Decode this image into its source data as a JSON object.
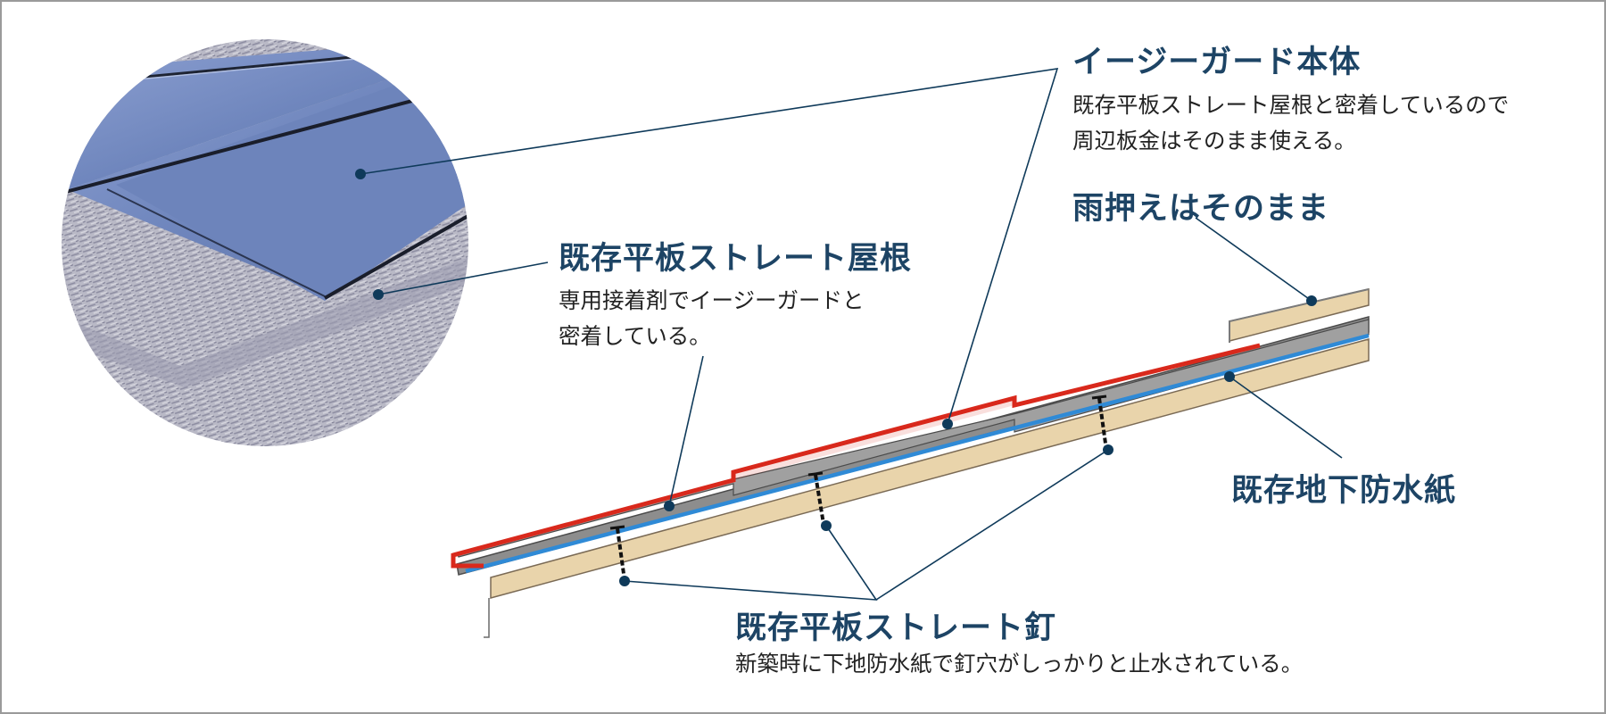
{
  "labels": {
    "main_body": {
      "title": "イージーガード本体",
      "desc": [
        "既存平板ストレート屋根と密着しているので",
        "周辺板金はそのまま使える。"
      ]
    },
    "rain_cover": {
      "title": "雨押えはそのまま"
    },
    "existing_roof": {
      "title": "既存平板ストレート屋根",
      "desc": [
        "専用接着剤でイージーガードと",
        "密着している。"
      ]
    },
    "underlay": {
      "title": "既存地下防水紙"
    },
    "nails": {
      "title": "既存平板ストレート釘",
      "desc": [
        "新築時に下地防水紙で釘穴がしっかりと止水されている。"
      ]
    }
  },
  "colors": {
    "label_text": "#1d4465",
    "leader_line": "#0f3a5a",
    "easyguard_red": "#d9291c",
    "underlay_blue": "#2f8ad6",
    "slate_gray": "#8d8d8d",
    "wood_board": "#e9d4ab",
    "metal_panel": "#6f86bd"
  }
}
